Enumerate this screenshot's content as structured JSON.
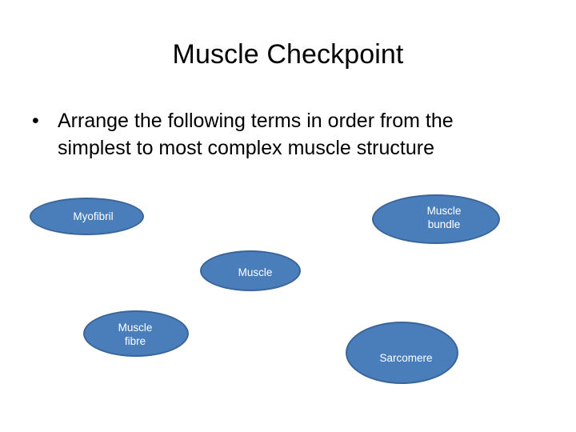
{
  "slide": {
    "title": "Muscle Checkpoint",
    "background_color": "#FFFFFF",
    "title_color": "#000000"
  },
  "body": {
    "bullet_marker": "•",
    "bullet_line_1": "Arrange the following terms in order from the",
    "bullet_line_2": "simplest to most complex muscle structure"
  },
  "shapes": {
    "fill_color": "#4A7EBB",
    "border_color": "#3A6598",
    "text_color": "#FFFFFF",
    "ovals": [
      {
        "id": "myofibril",
        "label": "Myofibril"
      },
      {
        "id": "muscle-bundle",
        "label": "Muscle\nbundle"
      },
      {
        "id": "muscle",
        "label": "Muscle"
      },
      {
        "id": "muscle-fibre",
        "label": "Muscle\nfibre"
      },
      {
        "id": "sarcomere",
        "label": "Sarcomere"
      }
    ]
  }
}
